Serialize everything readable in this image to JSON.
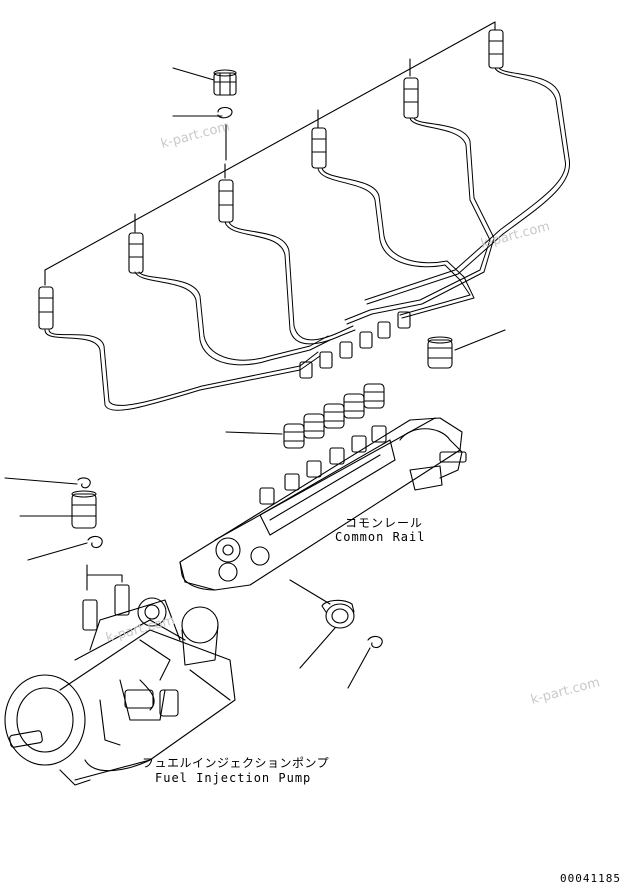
{
  "labels": {
    "common_rail_jp": "コモンレール",
    "common_rail_en": "Common Rail",
    "pump_jp": "フュエルインジェクションポンプ",
    "pump_en": "Fuel Injection Pump",
    "drawing_number": "00041185"
  },
  "watermarks": [
    "k-part.com",
    "k-part.com",
    "k-part.com",
    "k-part.com"
  ],
  "colors": {
    "line": "#000000",
    "watermark": "#c9c9c9",
    "background": "#ffffff"
  }
}
